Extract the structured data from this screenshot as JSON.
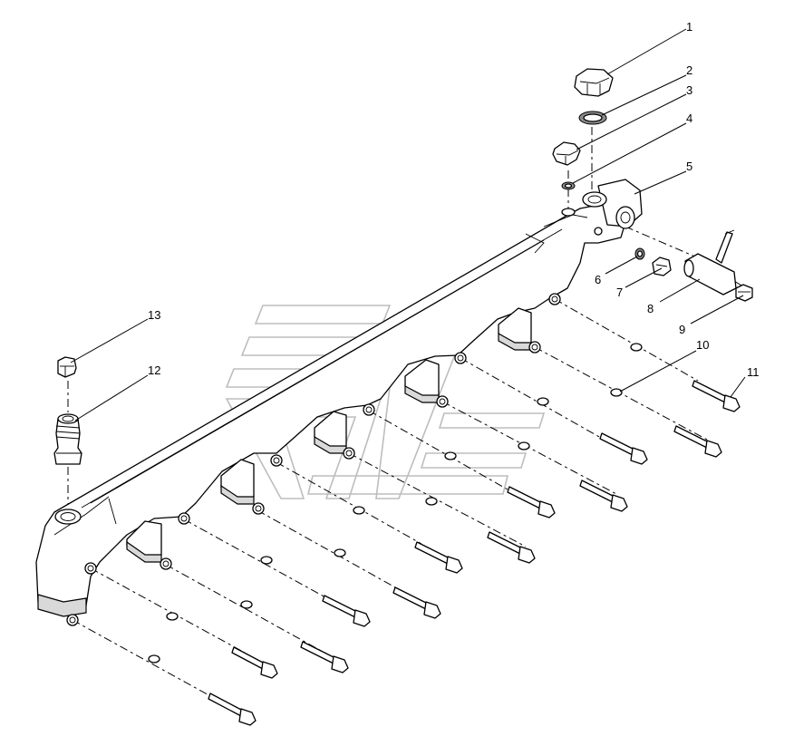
{
  "diagram": {
    "callouts": [
      {
        "id": "1",
        "text": "1"
      },
      {
        "id": "2",
        "text": "2"
      },
      {
        "id": "3",
        "text": "3"
      },
      {
        "id": "4",
        "text": "4"
      },
      {
        "id": "5",
        "text": "5"
      },
      {
        "id": "6",
        "text": "6"
      },
      {
        "id": "7",
        "text": "7"
      },
      {
        "id": "8",
        "text": "8"
      },
      {
        "id": "9",
        "text": "9"
      },
      {
        "id": "10",
        "text": "10"
      },
      {
        "id": "11",
        "text": "11"
      },
      {
        "id": "12",
        "text": "12"
      },
      {
        "id": "13",
        "text": "13"
      }
    ],
    "watermark": "logo",
    "colors": {
      "line": "#000000",
      "background": "#ffffff",
      "watermark": "#bdbdbd"
    }
  }
}
